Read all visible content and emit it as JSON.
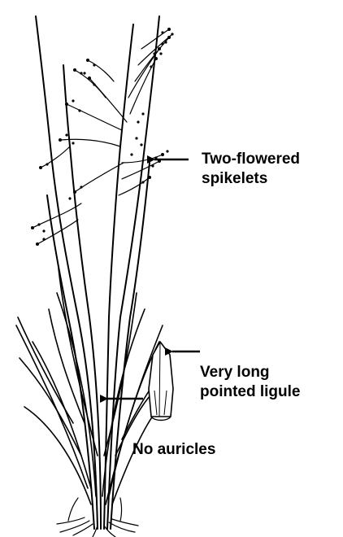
{
  "diagram": {
    "labels": {
      "spikelets": [
        "Two-flowered",
        "spikelets"
      ],
      "ligule": [
        "Very long",
        "pointed ligule"
      ],
      "auricles": [
        "No auricles"
      ]
    },
    "colors": {
      "ink": "#000000",
      "background": "#ffffff"
    },
    "icons": [
      "arrow-left-icon",
      "grass-plant-illustration",
      "ligule-detail-illustration"
    ]
  }
}
